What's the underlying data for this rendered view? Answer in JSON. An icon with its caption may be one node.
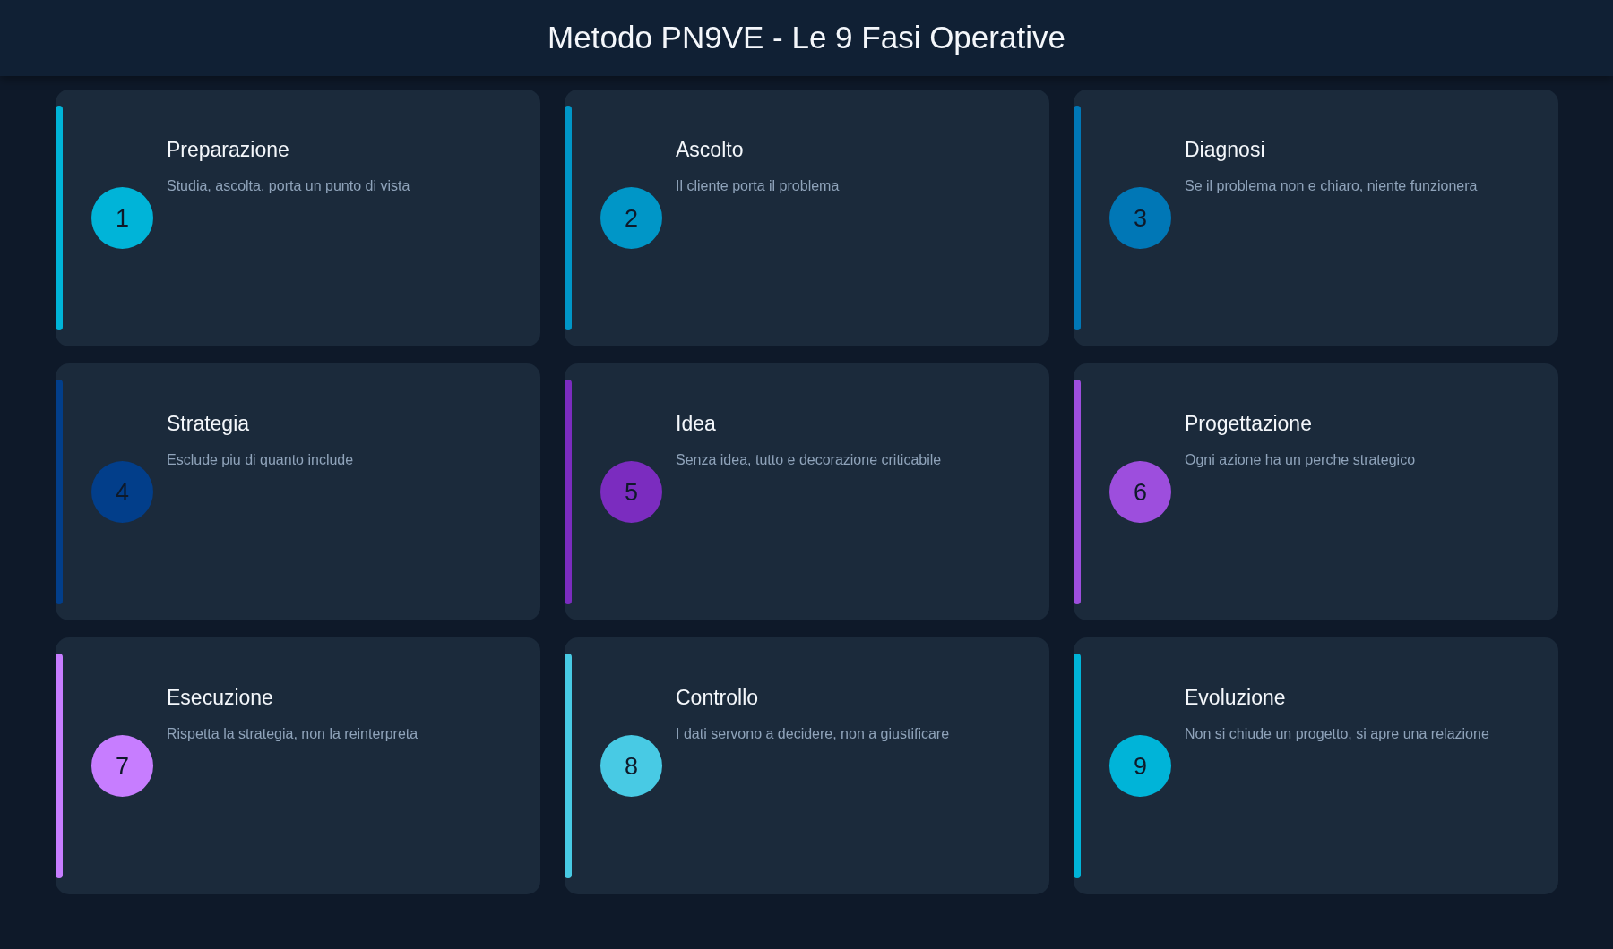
{
  "diagram": {
    "title": "Metodo PN9VE - Le 9 Fasi Operative",
    "nodes": [
      {
        "text": [
          "Preparazione",
          "Studia, ascolta, porta un punto di vista"
        ]
      },
      {
        "text": [
          "1"
        ],
        "in": 0
      },
      {
        "text": [
          "Ascolto",
          "Il cliente porta il problema"
        ]
      },
      {
        "text": [
          "2"
        ],
        "in": 2
      },
      {
        "text": [
          "Diagnosi",
          "Se il problema non e chiaro, niente funzionera"
        ]
      },
      {
        "text": [
          "3"
        ],
        "in": 4
      },
      {
        "text": [
          "Strategia",
          "Esclude piu di quanto include"
        ]
      },
      {
        "text": [
          "4"
        ],
        "in": 6
      },
      {
        "text": [
          "Idea",
          "Senza idea, tutto e decorazione criticabile"
        ]
      },
      {
        "text": [
          "5"
        ],
        "in": 8
      },
      {
        "text": [
          "Progettazione",
          "Ogni azione ha un perche strategico"
        ]
      },
      {
        "text": [
          "6"
        ],
        "in": 10
      },
      {
        "text": [
          "Esecuzione",
          "Rispetta la strategia, non la reinterpreta"
        ]
      },
      {
        "text": [
          "7"
        ],
        "in": 12
      },
      {
        "text": [
          "Controllo",
          "I dati servono a decidere, non a giustificare"
        ]
      },
      {
        "text": [
          "8"
        ],
        "in": 14
      },
      {
        "text": [
          "Evoluzione",
          "Non si chiude un progetto, si apre una relazione"
        ]
      },
      {
        "text": [
          "9"
        ],
        "in": 16
      }
    ]
  }
}
